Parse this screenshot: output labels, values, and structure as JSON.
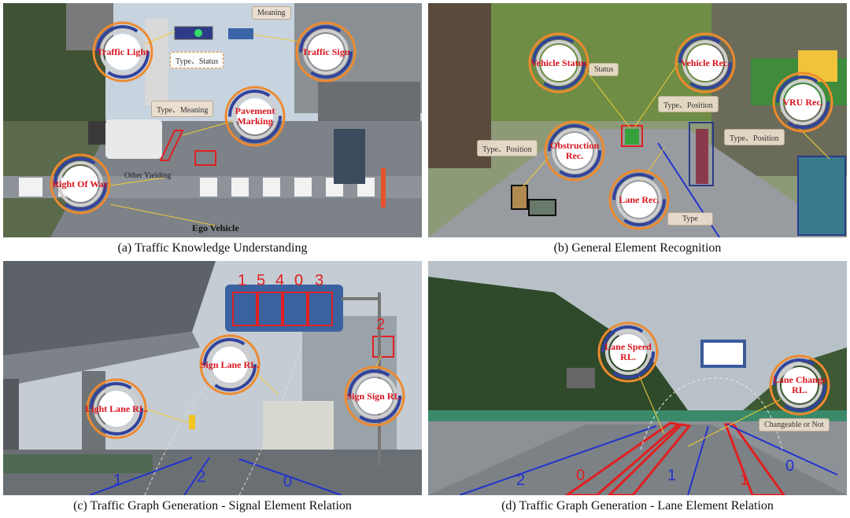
{
  "panels": {
    "a": {
      "caption": "(a) Traffic Knowledge Understanding",
      "badges": [
        "Traffic Light",
        "Traffic Sign",
        "Pavement Marking",
        "Right Of Way"
      ],
      "tags": {
        "meaning": "Meaning",
        "type_status": "Type、Status",
        "type_meaning": "Type、Meaning",
        "other_yielding": "Other Yielding"
      },
      "ego_vehicle": "Ego Vehicle"
    },
    "b": {
      "caption": "(b) General Element Recognition",
      "badges": [
        "Vehicle Status",
        "Vehicle Rec.",
        "VRU Rec.",
        "Obstruction Rec.",
        "Lane Rec."
      ],
      "tags": {
        "status": "Status",
        "type_position_1": "Type、Position",
        "type_position_2": "Type、Position",
        "type_position_3": "Type、Position",
        "type": "Type"
      }
    },
    "c": {
      "caption": "(c) Traffic Graph Generation - Signal Element Relation",
      "badges": [
        "Sign Lane RL.",
        "Sign Sign RL.",
        "Light Lane RL."
      ],
      "sign_numbers": [
        "1",
        "5",
        "4",
        "0",
        "3"
      ],
      "num_2": "2",
      "lane_numbers": [
        "1",
        "2",
        "0"
      ]
    },
    "d": {
      "caption": "(d) Traffic Graph Generation - Lane Element Relation",
      "badges": [
        "Lane Speed RL.",
        "Lane Change RL."
      ],
      "tags": {
        "changeable": "Changeable or Not"
      },
      "lane_numbers": [
        "2",
        "0",
        "1",
        "1",
        "0"
      ]
    }
  }
}
